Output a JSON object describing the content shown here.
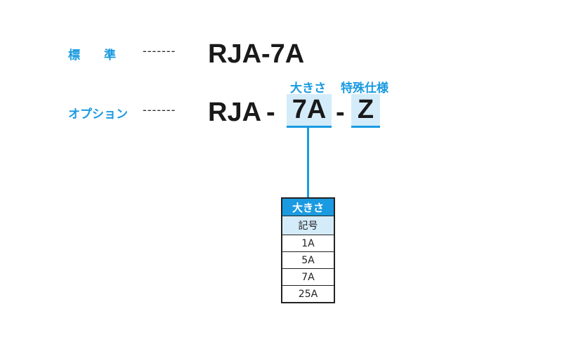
{
  "standard": {
    "label": "標　　準",
    "leader": "-------",
    "model": "RJA-7A"
  },
  "option": {
    "label": "オプション",
    "leader": "-------",
    "prefix": "RJA",
    "sep1": "-",
    "size_code": "7A",
    "sep2": "-",
    "special_code": "Z",
    "size_caption": "大きさ",
    "special_caption": "特殊仕様"
  },
  "size_table": {
    "header": "大きさ",
    "subheader": "記号",
    "rows": [
      "1A",
      "5A",
      "7A",
      "25A"
    ]
  },
  "colors": {
    "accent": "#1a9ae0",
    "highlight": "#d4ecfa",
    "text": "#1a1a1a"
  }
}
